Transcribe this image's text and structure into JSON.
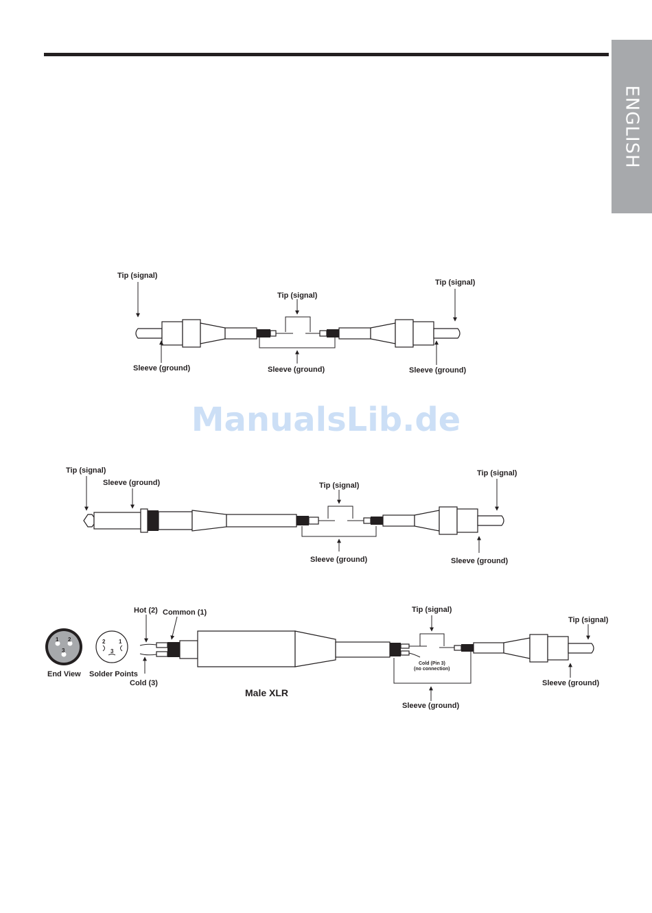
{
  "page": {
    "side_tab": "ENGLISH",
    "watermark": "ManualsLib.de"
  },
  "diagram_rca_rca": {
    "left_tip": "Tip (signal)",
    "left_sleeve": "Sleeve (ground)",
    "center_tip": "Tip (signal)",
    "center_sleeve": "Sleeve (ground)",
    "right_tip": "Tip (signal)",
    "right_sleeve": "Sleeve (ground)"
  },
  "diagram_ts_rca": {
    "left_tip": "Tip (signal)",
    "left_sleeve": "Sleeve (ground)",
    "center_tip": "Tip (signal)",
    "center_sleeve": "Sleeve (ground)",
    "right_tip": "Tip (signal)",
    "right_sleeve": "Sleeve (ground)"
  },
  "diagram_xlr_rca": {
    "end_view": "End View",
    "solder_points": "Solder Points",
    "hot": "Hot (2)",
    "common": "Common (1)",
    "cold": "Cold (3)",
    "male_xlr": "Male XLR",
    "center_tip": "Tip (signal)",
    "cold_pin3": "Cold (Pin 3)",
    "no_connection": "(no connection)",
    "center_sleeve": "Sleeve (ground)",
    "right_tip": "Tip (signal)",
    "right_sleeve": "Sleeve (ground)",
    "pins": {
      "p1": "1",
      "p2": "2",
      "p3": "3"
    }
  }
}
